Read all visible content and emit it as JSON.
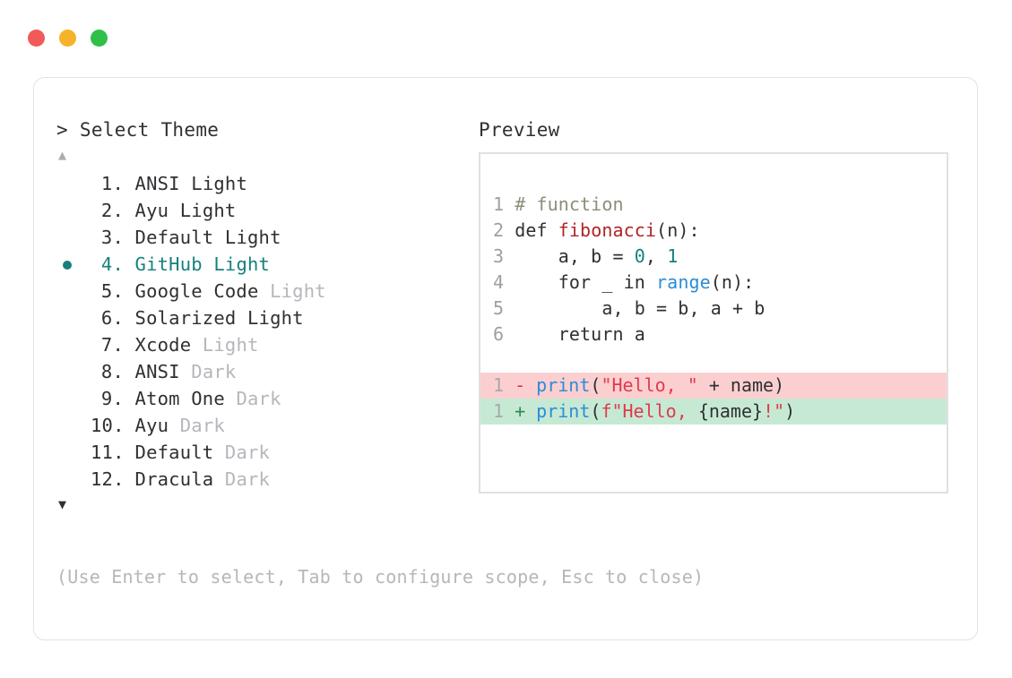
{
  "window": {
    "traffic_lights": [
      {
        "name": "close-dot",
        "color": "#f25a5a"
      },
      {
        "name": "minimize-dot",
        "color": "#f5b32a"
      },
      {
        "name": "maximize-dot",
        "color": "#2ec04a"
      }
    ]
  },
  "prompt": {
    "title": "> Select Theme",
    "scroll_up": "▲",
    "scroll_down": "▼",
    "hint": "(Use Enter to select, Tab to configure scope, Esc to close)"
  },
  "themes": {
    "selected_index": 4,
    "items": [
      {
        "index": "1.",
        "name": "ANSI",
        "variant": "Light",
        "variant_muted": false,
        "selected": false
      },
      {
        "index": "2.",
        "name": "Ayu",
        "variant": "Light",
        "variant_muted": false,
        "selected": false
      },
      {
        "index": "3.",
        "name": "Default",
        "variant": "Light",
        "variant_muted": false,
        "selected": false
      },
      {
        "index": "4.",
        "name": "GitHub",
        "variant": "Light",
        "variant_muted": false,
        "selected": true
      },
      {
        "index": "5.",
        "name": "Google Code",
        "variant": "Light",
        "variant_muted": true,
        "selected": false
      },
      {
        "index": "6.",
        "name": "Solarized",
        "variant": "Light",
        "variant_muted": false,
        "selected": false
      },
      {
        "index": "7.",
        "name": "Xcode",
        "variant": "Light",
        "variant_muted": true,
        "selected": false
      },
      {
        "index": "8.",
        "name": "ANSI",
        "variant": "Dark",
        "variant_muted": true,
        "selected": false
      },
      {
        "index": "9.",
        "name": "Atom One",
        "variant": "Dark",
        "variant_muted": true,
        "selected": false
      },
      {
        "index": "10.",
        "name": "Ayu",
        "variant": "Dark",
        "variant_muted": true,
        "selected": false
      },
      {
        "index": "11.",
        "name": "Default",
        "variant": "Dark",
        "variant_muted": true,
        "selected": false
      },
      {
        "index": "12.",
        "name": "Dracula",
        "variant": "Dark",
        "variant_muted": true,
        "selected": false
      }
    ]
  },
  "preview": {
    "title": "Preview",
    "code_lines": [
      {
        "ln": "1",
        "tokens": [
          {
            "t": "# function",
            "c": "comment"
          }
        ]
      },
      {
        "ln": "2",
        "tokens": [
          {
            "t": "def ",
            "c": "kw"
          },
          {
            "t": "fibonacci",
            "c": "fn"
          },
          {
            "t": "(n):",
            "c": "plain"
          }
        ]
      },
      {
        "ln": "3",
        "tokens": [
          {
            "t": "    a, b = ",
            "c": "plain"
          },
          {
            "t": "0",
            "c": "num"
          },
          {
            "t": ", ",
            "c": "plain"
          },
          {
            "t": "1",
            "c": "num"
          }
        ]
      },
      {
        "ln": "4",
        "tokens": [
          {
            "t": "    for _ in ",
            "c": "plain"
          },
          {
            "t": "range",
            "c": "call"
          },
          {
            "t": "(n):",
            "c": "plain"
          }
        ]
      },
      {
        "ln": "5",
        "tokens": [
          {
            "t": "        a, b = b, a + b",
            "c": "plain"
          }
        ]
      },
      {
        "ln": "6",
        "tokens": [
          {
            "t": "    return a",
            "c": "plain"
          }
        ]
      }
    ],
    "diff_lines": [
      {
        "ln": "1",
        "kind": "removed",
        "sign": "-",
        "tokens": [
          {
            "t": "print",
            "c": "call"
          },
          {
            "t": "(",
            "c": "plain"
          },
          {
            "t": "\"Hello, \"",
            "c": "str"
          },
          {
            "t": " + name)",
            "c": "plain"
          }
        ]
      },
      {
        "ln": "1",
        "kind": "added",
        "sign": "+",
        "tokens": [
          {
            "t": "print",
            "c": "call"
          },
          {
            "t": "(",
            "c": "plain"
          },
          {
            "t": "f\"Hello, ",
            "c": "str"
          },
          {
            "t": "{name}",
            "c": "plain"
          },
          {
            "t": "!\"",
            "c": "str"
          },
          {
            "t": ")",
            "c": "plain"
          }
        ]
      }
    ]
  },
  "colors": {
    "accent_teal": "#16807d",
    "diff_removed_bg": "#fbcfd0",
    "diff_added_bg": "#c6e9d4",
    "string_red": "#e03a4e",
    "function_red": "#b02424",
    "call_blue": "#2b8cd6",
    "muted_grey": "#b4b7bb"
  }
}
